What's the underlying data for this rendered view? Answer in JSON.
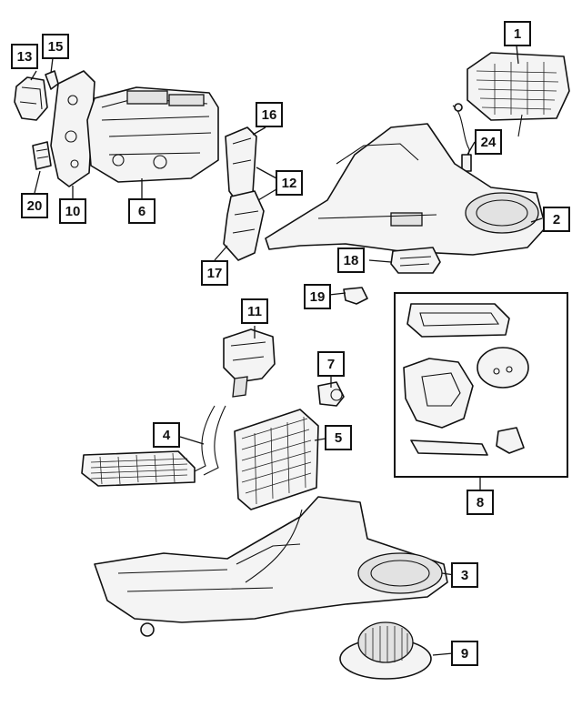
{
  "callouts": {
    "c1": "1",
    "c2": "2",
    "c3": "3",
    "c4": "4",
    "c5": "5",
    "c6": "6",
    "c7": "7",
    "c8": "8",
    "c9": "9",
    "c10": "10",
    "c11": "11",
    "c12": "12",
    "c13": "13",
    "c15": "15",
    "c16": "16",
    "c17": "17",
    "c18": "18",
    "c19": "19",
    "c20": "20",
    "c24": "24"
  }
}
